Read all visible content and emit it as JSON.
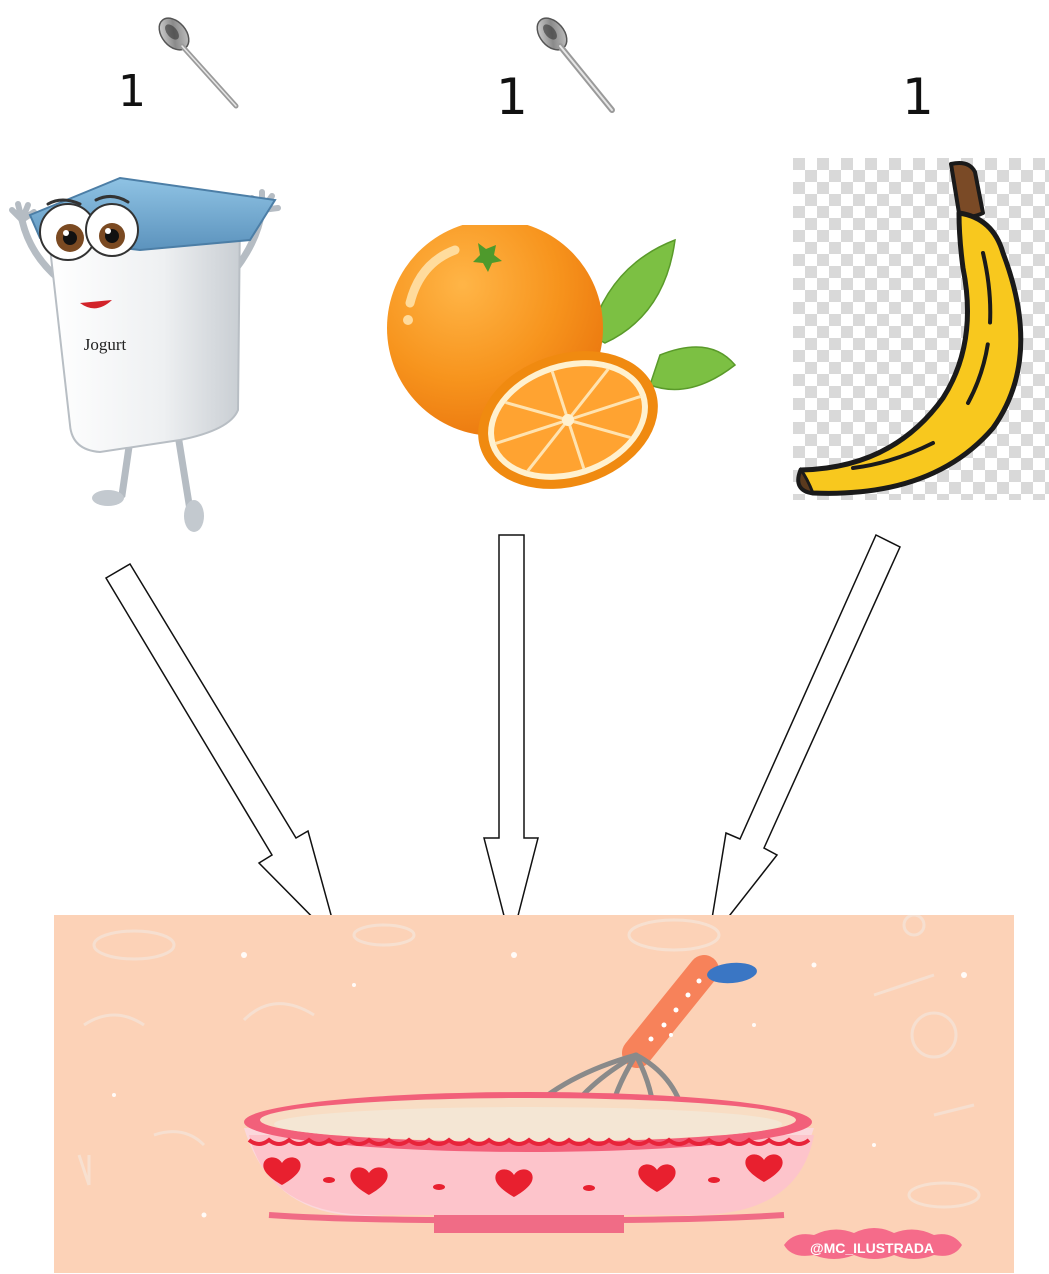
{
  "quantities": {
    "yogurt": "1",
    "orange": "1",
    "banana": "1"
  },
  "labels": {
    "yogurt_carton": "Jogurt"
  },
  "watermark": "@MC_ILUSTRADA",
  "colors": {
    "background": "#ffffff",
    "scene_background": "#fcd2b7",
    "orange": "#f7941d",
    "banana": "#f7c91c",
    "yogurt_lid": "#7fb3d5",
    "bowl_rim": "#f2607a",
    "hearts": "#e8202f"
  },
  "icons": [
    "spoon-icon",
    "yogurt-character",
    "orange-fruit",
    "banana-fruit",
    "mixing-bowl",
    "whisk",
    "down-arrow"
  ]
}
